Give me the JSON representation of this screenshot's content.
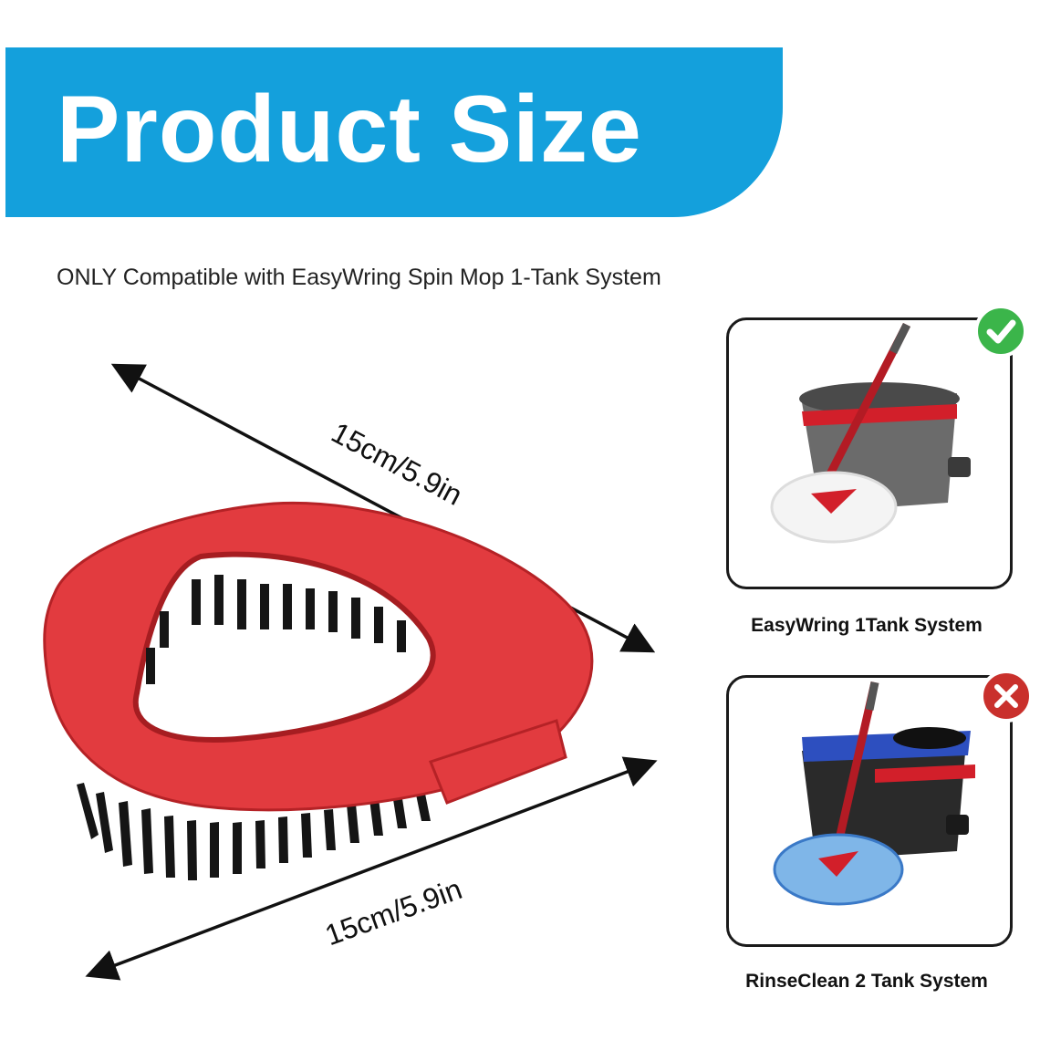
{
  "banner": {
    "title": "Product Size"
  },
  "subtitle": "ONLY Compatible with EasyWring Spin Mop 1-Tank System",
  "dimensions": {
    "top": "15cm/5.9in",
    "bottom": "15cm/5.9in"
  },
  "options": [
    {
      "label": "EasyWring 1Tank System",
      "status_icon": "check-icon",
      "compatible": true
    },
    {
      "label": "RinseClean 2 Tank System",
      "status_icon": "cross-icon",
      "compatible": false
    }
  ],
  "colors": {
    "banner": "#14a0dc",
    "brush_red": "#e23b3f",
    "check_green": "#3bb54a",
    "cross_red": "#c9302c"
  }
}
